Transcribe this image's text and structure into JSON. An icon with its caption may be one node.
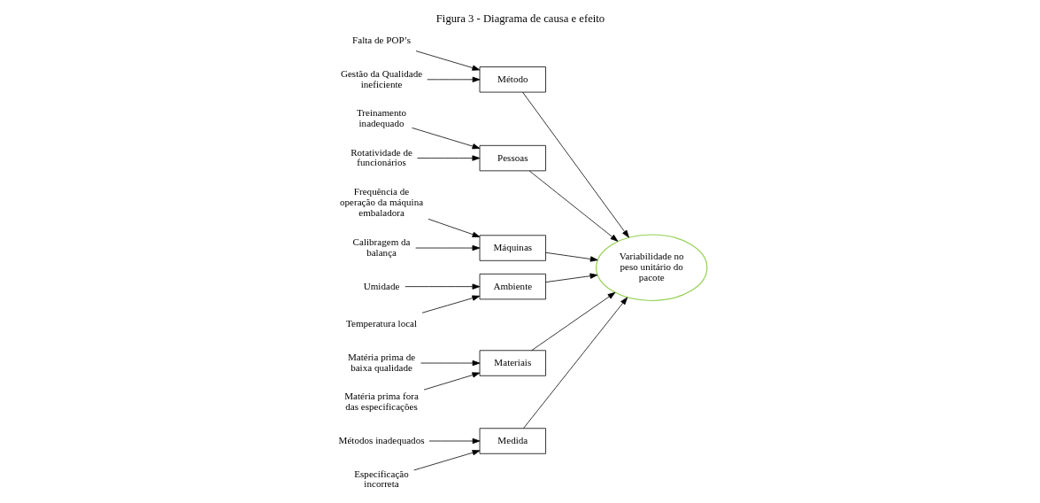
{
  "diagram": {
    "title": "Figura 3 - Diagrama de causa e efeito",
    "nodes": [
      {
        "text": [
          "Medida"
        ]
      },
      {
        "text": [
          "Método"
        ]
      },
      {
        "text": [
          "Pessoas"
        ]
      },
      {
        "text": [
          "Máquinas"
        ]
      },
      {
        "text": [
          "Ambiente"
        ]
      },
      {
        "text": [
          "Materiais"
        ]
      },
      {
        "text": [
          "Variabilidade no peso unitário do pacote"
        ]
      },
      {
        "text": [
          "Métodos inadequados"
        ]
      },
      {
        "text": [
          "Especificação incorreta"
        ]
      },
      {
        "text": [
          "Falta de POP’s"
        ]
      },
      {
        "text": [
          "Gestão da Qualidade ineficiente"
        ]
      },
      {
        "text": [
          "Treinamento inadequado"
        ]
      },
      {
        "text": [
          "Rotatividade de funcionários"
        ]
      },
      {
        "text": [
          "Frequência de operação da máquina embaladora"
        ]
      },
      {
        "text": [
          "Calibragem da balança"
        ]
      },
      {
        "text": [
          "Umidade"
        ]
      },
      {
        "text": [
          "Temperatura local"
        ]
      },
      {
        "text": [
          "Matéria prima de baixa qualidade"
        ]
      },
      {
        "text": [
          "Matéria prima fora das especificações"
        ]
      }
    ],
    "edges": [
      {
        "from": 7,
        "to": 0,
        "arrow": "to"
      },
      {
        "from": 8,
        "to": 0,
        "arrow": "to"
      },
      {
        "from": 9,
        "to": 1,
        "arrow": "to"
      },
      {
        "from": 10,
        "to": 1,
        "arrow": "to"
      },
      {
        "from": 11,
        "to": 2,
        "arrow": "to"
      },
      {
        "from": 12,
        "to": 2,
        "arrow": "to"
      },
      {
        "from": 13,
        "to": 3,
        "arrow": "to"
      },
      {
        "from": 14,
        "to": 3,
        "arrow": "to"
      },
      {
        "from": 15,
        "to": 4,
        "arrow": "to"
      },
      {
        "from": 16,
        "to": 4,
        "arrow": "to"
      },
      {
        "from": 17,
        "to": 5,
        "arrow": "to"
      },
      {
        "from": 18,
        "to": 5,
        "arrow": "to"
      },
      {
        "from": 0,
        "to": 6,
        "arrow": "to"
      },
      {
        "from": 1,
        "to": 6,
        "arrow": "to"
      },
      {
        "from": 2,
        "to": 6,
        "arrow": "to"
      },
      {
        "from": 3,
        "to": 6,
        "arrow": "to"
      },
      {
        "from": 4,
        "to": 6,
        "arrow": "to"
      },
      {
        "from": 5,
        "to": 6,
        "arrow": "to"
      }
    ]
  }
}
